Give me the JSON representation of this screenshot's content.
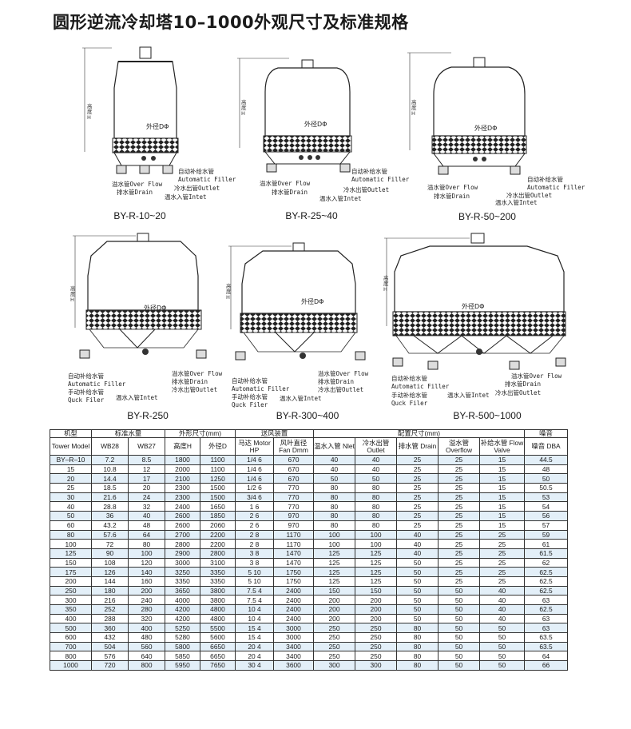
{
  "title": "圆形逆流冷却塔10–1000外观尺寸及标准规格",
  "drawing_labels": {
    "height": "高度H",
    "diameter": "外径DΦ",
    "automatic_filler_cn": "自动补给水管",
    "automatic_filler_en": "Automatic Filler",
    "over_flow": "溢水管Over Flow",
    "drain": "排水管Drain",
    "outlet": "冷水出管Outlet",
    "intet": "温水入管Intet",
    "quck_filer": "手动补给水管",
    "quck_filer_en": "Quck Filer"
  },
  "models": [
    {
      "caption": "BY-R-10~20"
    },
    {
      "caption": "BY-R-25~40"
    },
    {
      "caption": "BY-R-50~200"
    },
    {
      "caption": "BY-R-250"
    },
    {
      "caption": "BY-R-300~400"
    },
    {
      "caption": "BY-R-500~1000"
    }
  ],
  "table": {
    "group_headers": {
      "model": "机型",
      "flow": "标准水量",
      "dims": "外形尺寸(mm)",
      "fan": "送风装置",
      "pipes": "配置尺寸(mm)",
      "noise": "噪音"
    },
    "sub_headers": {
      "model": "Tower Model",
      "wb28": "WB28",
      "wb27": "WB27",
      "height": "高度H",
      "diameter": "外径D",
      "motor": "马达 Motor HP",
      "fan": "风叶直径 Fan Dmm",
      "inlet": "温水入管 Nlet",
      "outlet": "冷水出管 Outlet",
      "drain": "排水管 Drain",
      "overflow": "溢水管 Overflow",
      "flowvalve": "补给水管 Flow Valve",
      "dba": "噪音 DBA"
    },
    "rows": [
      [
        "BY–R–10",
        "7.2",
        "8.5",
        "1800",
        "1100",
        "1/4 6",
        "670",
        "40",
        "40",
        "25",
        "25",
        "15",
        "44.5"
      ],
      [
        "15",
        "10.8",
        "12",
        "2000",
        "1100",
        "1/4 6",
        "670",
        "40",
        "40",
        "25",
        "25",
        "15",
        "48"
      ],
      [
        "20",
        "14.4",
        "17",
        "2100",
        "1250",
        "1/4 6",
        "670",
        "50",
        "50",
        "25",
        "25",
        "15",
        "50"
      ],
      [
        "25",
        "18.5",
        "20",
        "2300",
        "1500",
        "1/2 6",
        "770",
        "80",
        "80",
        "25",
        "25",
        "15",
        "50.5"
      ],
      [
        "30",
        "21.6",
        "24",
        "2300",
        "1500",
        "3/4 6",
        "770",
        "80",
        "80",
        "25",
        "25",
        "15",
        "53"
      ],
      [
        "40",
        "28.8",
        "32",
        "2400",
        "1650",
        "1 6",
        "770",
        "80",
        "80",
        "25",
        "25",
        "15",
        "54"
      ],
      [
        "50",
        "36",
        "40",
        "2600",
        "1850",
        "2 6",
        "970",
        "80",
        "80",
        "25",
        "25",
        "15",
        "56"
      ],
      [
        "60",
        "43.2",
        "48",
        "2600",
        "2060",
        "2 6",
        "970",
        "80",
        "80",
        "25",
        "25",
        "15",
        "57"
      ],
      [
        "80",
        "57.6",
        "64",
        "2700",
        "2200",
        "2 8",
        "1170",
        "100",
        "100",
        "40",
        "25",
        "25",
        "59"
      ],
      [
        "100",
        "72",
        "80",
        "2800",
        "2200",
        "2 8",
        "1170",
        "100",
        "100",
        "40",
        "25",
        "25",
        "61"
      ],
      [
        "125",
        "90",
        "100",
        "2900",
        "2800",
        "3 8",
        "1470",
        "125",
        "125",
        "40",
        "25",
        "25",
        "61.5"
      ],
      [
        "150",
        "108",
        "120",
        "3000",
        "3100",
        "3 8",
        "1470",
        "125",
        "125",
        "50",
        "25",
        "25",
        "62"
      ],
      [
        "175",
        "126",
        "140",
        "3250",
        "3350",
        "5 10",
        "1750",
        "125",
        "125",
        "50",
        "25",
        "25",
        "62.5"
      ],
      [
        "200",
        "144",
        "160",
        "3350",
        "3350",
        "5 10",
        "1750",
        "125",
        "125",
        "50",
        "25",
        "25",
        "62.5"
      ],
      [
        "250",
        "180",
        "200",
        "3650",
        "3800",
        "7.5 4",
        "2400",
        "150",
        "150",
        "50",
        "50",
        "40",
        "62.5"
      ],
      [
        "300",
        "216",
        "240",
        "4000",
        "3800",
        "7.5 4",
        "2400",
        "200",
        "200",
        "50",
        "50",
        "40",
        "63"
      ],
      [
        "350",
        "252",
        "280",
        "4200",
        "4800",
        "10 4",
        "2400",
        "200",
        "200",
        "50",
        "50",
        "40",
        "62.5"
      ],
      [
        "400",
        "288",
        "320",
        "4200",
        "4800",
        "10 4",
        "2400",
        "200",
        "200",
        "50",
        "50",
        "40",
        "63"
      ],
      [
        "500",
        "360",
        "400",
        "5250",
        "5500",
        "15 4",
        "3000",
        "250",
        "250",
        "80",
        "50",
        "50",
        "63"
      ],
      [
        "600",
        "432",
        "480",
        "5280",
        "5600",
        "15 4",
        "3000",
        "250",
        "250",
        "80",
        "50",
        "50",
        "63.5"
      ],
      [
        "700",
        "504",
        "560",
        "5800",
        "6650",
        "20 4",
        "3400",
        "250",
        "250",
        "80",
        "50",
        "50",
        "63.5"
      ],
      [
        "800",
        "576",
        "640",
        "5850",
        "6650",
        "20 4",
        "3400",
        "250",
        "250",
        "80",
        "50",
        "50",
        "64"
      ],
      [
        "1000",
        "720",
        "800",
        "5950",
        "7650",
        "30 4",
        "3600",
        "300",
        "300",
        "80",
        "50",
        "50",
        "66"
      ]
    ]
  }
}
